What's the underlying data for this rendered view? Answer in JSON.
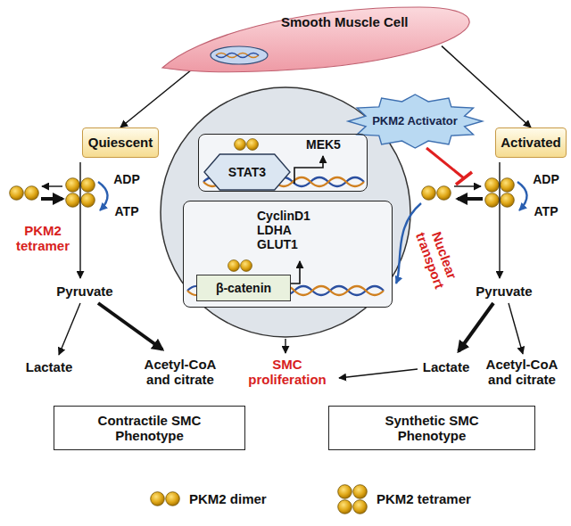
{
  "diagram": {
    "nodes": [
      {
        "text": [
          "Smooth Muscle Cell"
        ]
      },
      {
        "text": [
          "Quiescent"
        ]
      },
      {
        "text": [
          "PKM2 Activator"
        ]
      },
      {
        "text": [
          "Activated"
        ]
      },
      {
        "text": [
          "MEK5"
        ]
      },
      {
        "text": [
          "STAT3"
        ],
        "in": 4
      },
      {
        "text": [
          "CyclinD1 LDHA GLUT1"
        ]
      },
      {
        "text": [
          "β-catenin"
        ],
        "in": 6
      },
      {
        "text": [
          "Contractile SMC Phenotype"
        ]
      },
      {
        "text": [
          "Synthetic SMC Phenotype"
        ]
      }
    ],
    "edges": [
      {
        "from": 0,
        "to": 1,
        "arrow": "to"
      },
      {
        "from": 0,
        "to": 3,
        "arrow": "to"
      }
    ],
    "labels": [
      "ADP",
      "ATP",
      "PKM2 tetramer",
      "Pyruvate",
      "Lactate",
      "Acetyl-CoA and citrate",
      "ADP",
      "ATP",
      "Pyruvate",
      "Lactate",
      "Acetyl-CoA and citrate",
      "SMC proliferation",
      "Nuclear transport"
    ],
    "legend": [
      {
        "text": "PKM2 dimer"
      },
      {
        "text": "PKM2 tetramer"
      }
    ]
  }
}
